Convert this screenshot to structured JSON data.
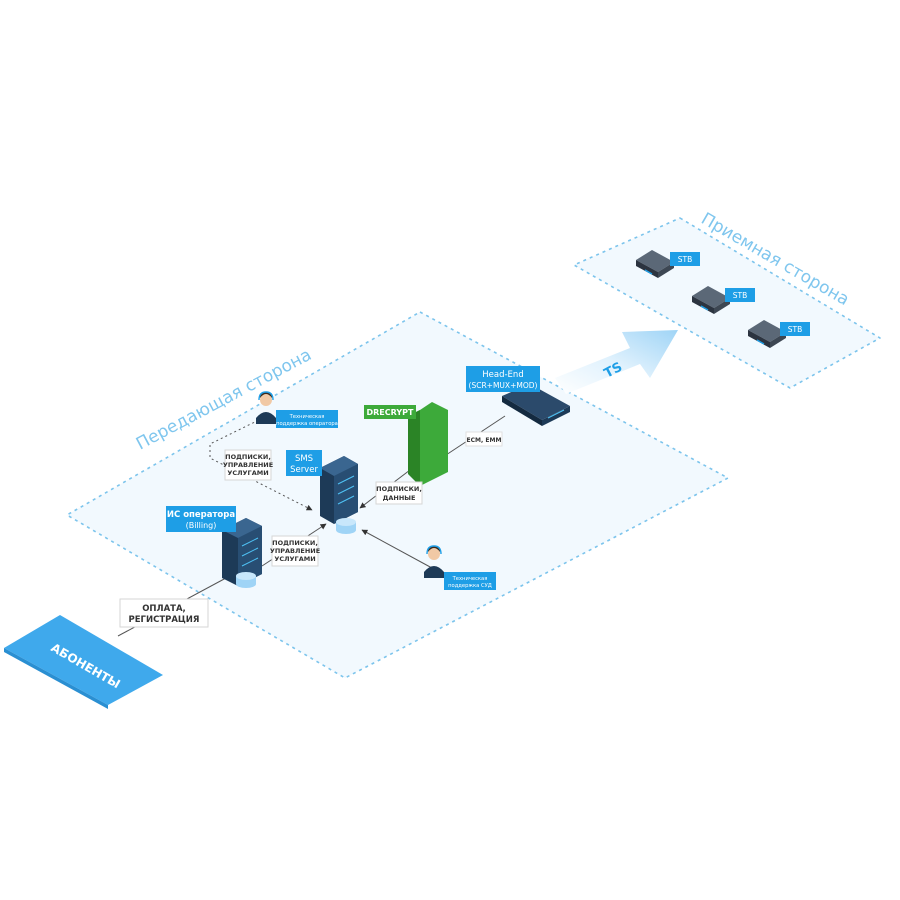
{
  "zones": {
    "transmit_title": "Передающая сторона",
    "receive_title": "Приемная сторона"
  },
  "nodes": {
    "subscribers": "АБОНЕНТЫ",
    "billing_line1": "ИС оператора",
    "billing_line2": "(Billing)",
    "sms_line1": "SMS",
    "sms_line2": "Server",
    "drecrypt": "DRECRYPT",
    "headend_line1": "Head-End",
    "headend_line2": "(SCR+MUX+MOD)",
    "stb1": "STB",
    "stb2": "STB",
    "stb3": "STB",
    "operator_support_line1": "Техническая",
    "operator_support_line2": "поддержка оператора",
    "cas_support_line1": "Техническая",
    "cas_support_line2": "поддержка СУД"
  },
  "flows": {
    "payment_line1": "ОПЛАТА,",
    "payment_line2": "РЕГИСТРАЦИЯ",
    "billing_sms_line1": "ПОДПИСКИ,",
    "billing_sms_line2": "УПРАВЛЕНИЕ",
    "billing_sms_line3": "УСЛУГАМИ",
    "operator_sms_line1": "ПОДПИСКИ,",
    "operator_sms_line2": "УПРАВЛЕНИЕ",
    "operator_sms_line3": "УСЛУГАМИ",
    "sms_drecrypt_line1": "ПОДПИСКИ,",
    "sms_drecrypt_line2": "ДАННЫЕ",
    "ecm_emm": "ECM, EMM",
    "ts": "TS"
  },
  "colors": {
    "accent_blue": "#1e9ee6",
    "zone_fill": "#f2f9fe",
    "zone_stroke": "#7cc4ec",
    "subscribers_blue": "#3fa9ec",
    "drecrypt_green": "#3daa3a",
    "server_dark": "#1d3a57"
  }
}
